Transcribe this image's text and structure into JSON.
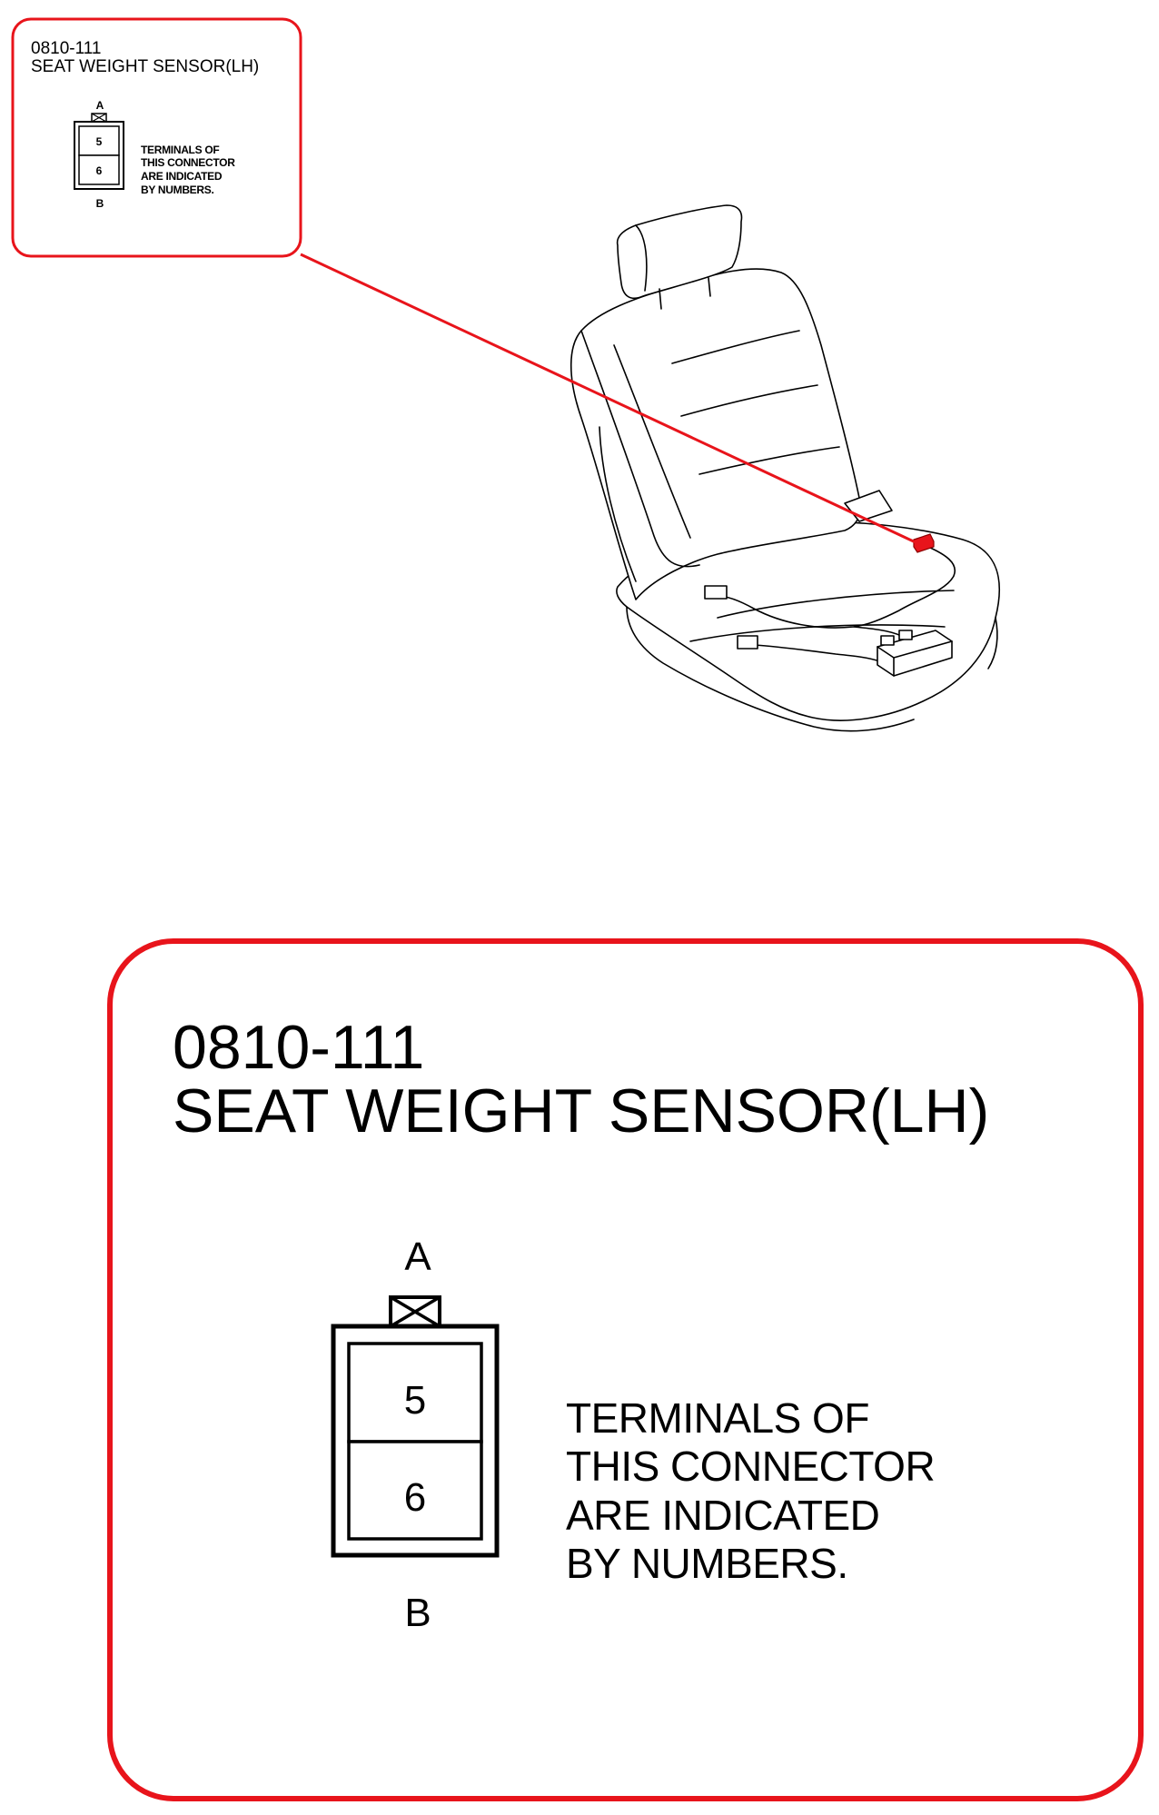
{
  "colors": {
    "callout_border": "#e8141b",
    "leader_line": "#e8141b",
    "highlighted_connector": "#e8141b",
    "drawing": "#000000",
    "background": "#ffffff"
  },
  "connector": {
    "code": "0810-111",
    "name": "SEAT WEIGHT SENSOR(LH)",
    "top_label": "A",
    "bottom_label": "B",
    "terminals": [
      "5",
      "6"
    ],
    "note_lines": [
      "TERMINALS OF",
      "THIS CONNECTOR",
      "ARE INDICATED",
      "BY NUMBERS."
    ]
  },
  "illustration": {
    "subject": "driver seat with wiring harness",
    "icon": "seat-icon",
    "highlighted_part": "seat weight sensor connector"
  }
}
